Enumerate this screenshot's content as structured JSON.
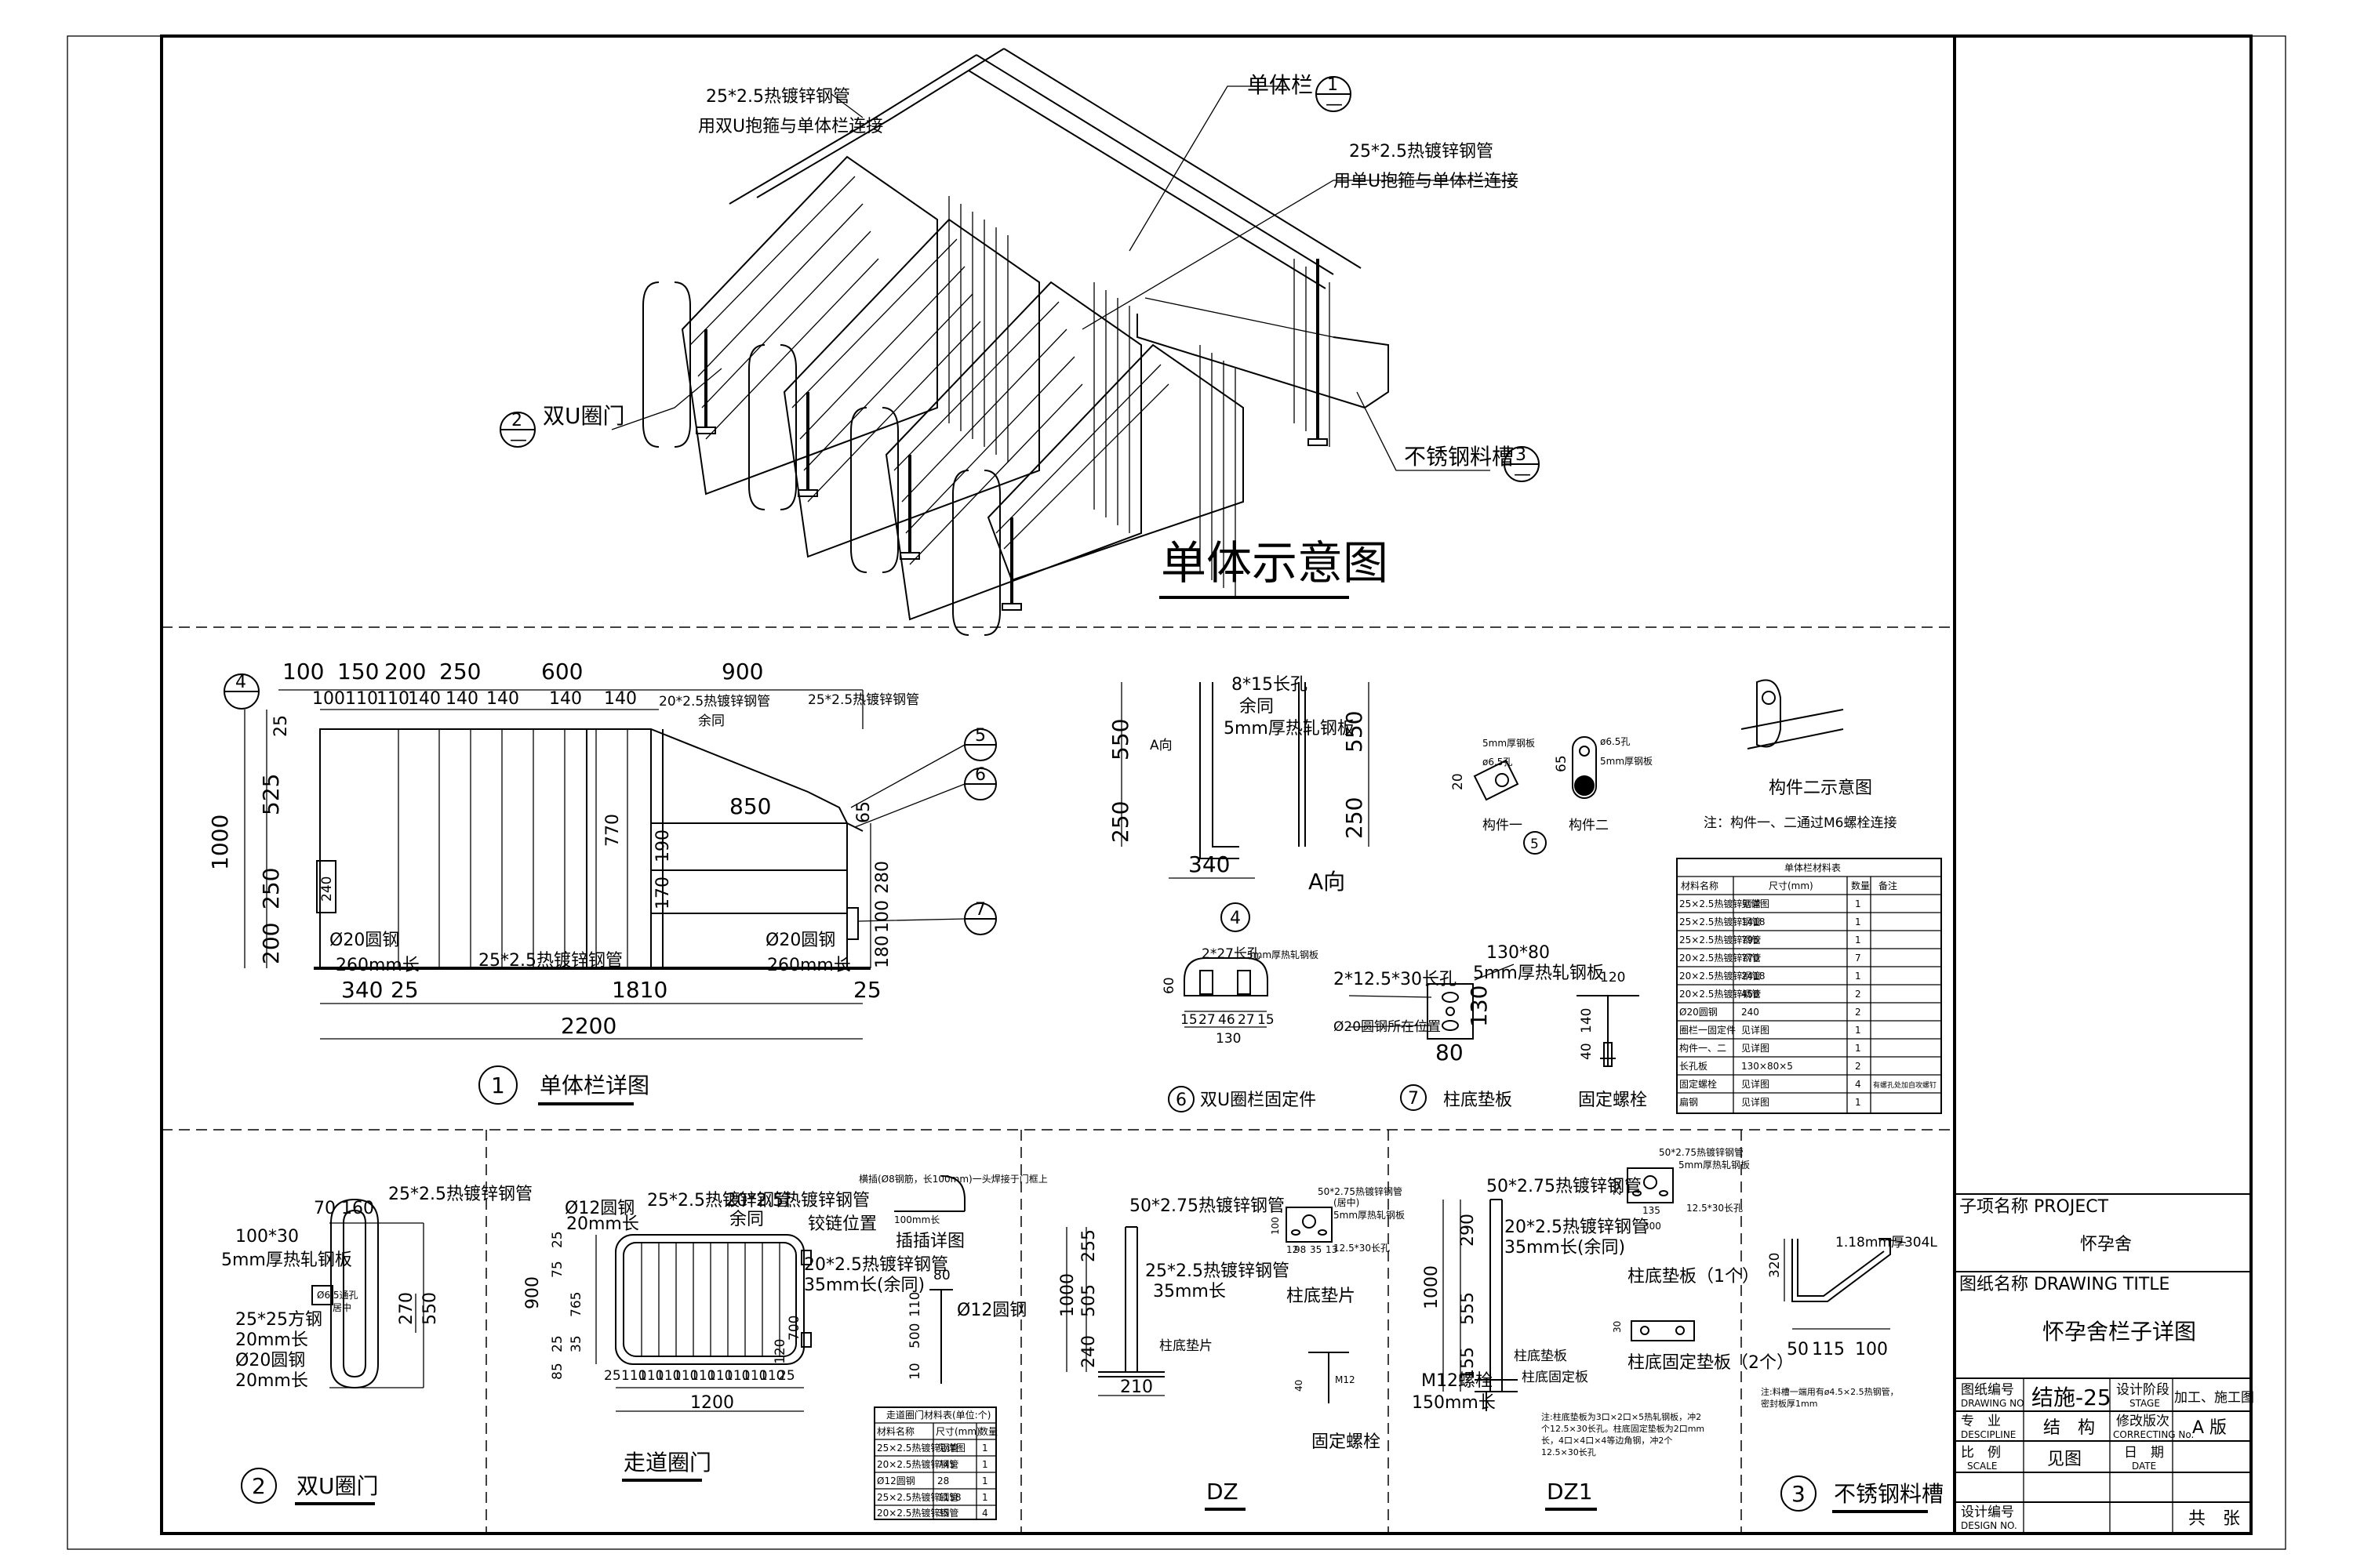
{
  "sheet": {
    "main_title": "单体示意图",
    "iso_labels": {
      "pipe_top_left": "25*2.5热镀锌钢管",
      "note_top_left": "用双U抱箍与单体栏连接",
      "single_pen": "单体栏",
      "pipe_top_right": "25*2.5热镀锌钢管",
      "note_top_right": "用单U抱箍与单体栏连接",
      "double_u_gate": "双U圈门",
      "trough": "不锈钢料槽",
      "callout1": "1",
      "callout2": "2",
      "callout3": "3",
      "dash": "—"
    },
    "detail1": {
      "title": "单体栏详图",
      "num": "1",
      "callout4": "4",
      "callout5": "5",
      "callout6": "6",
      "callout7": "7",
      "top_dims": [
        "100",
        "150",
        "200",
        "250",
        "600",
        "900"
      ],
      "second_dims": [
        "100",
        "110",
        "110",
        "140",
        "140",
        "140",
        "140",
        "140"
      ],
      "pipe_a": "20*2.5热镀锌钢管",
      "pipe_a_sub": "余同",
      "pipe_b": "25*2.5热镀锌钢管",
      "pipe_c": "25*2.5热镀锌钢管",
      "rod_left": "Ø20圆钢",
      "rod_left_len": "260mm长",
      "rod_right": "Ø20圆钢",
      "rod_right_len": "260mm长",
      "dim_1000": "1000",
      "dim_525": "525",
      "dim_250": "250",
      "dim_200": "200",
      "dim_25": "25",
      "dim_240": "240",
      "dim_770": "770",
      "dim_850": "850",
      "dim_190": "190",
      "dim_170": "170",
      "dim_65": "65",
      "dim_280": "280",
      "dim_100": "100",
      "dim_180": "180",
      "bottom_340": "340",
      "bottom_25a": "25",
      "bottom_1810": "1810",
      "bottom_25b": "25",
      "bottom_2200": "2200"
    },
    "detail4": {
      "num": "4",
      "slot": "8*15长孔",
      "slot_sub": "余同",
      "plate": "5mm厚热轧钢板",
      "a_dir": "A向",
      "a_view": "A向",
      "dim_550": "550",
      "dim_250": "250",
      "dim_340": "340",
      "r_550": "550",
      "r_250": "250"
    },
    "detail5": {
      "num": "5",
      "plate": "5mm厚钢板",
      "hole": "ø6.5孔",
      "part1": "构件一",
      "part2": "构件二",
      "illus_title": "构件二示意图",
      "note": "注：构件一、二通过M6螺栓连接",
      "dim_20": "20",
      "dim_65": "65",
      "table_title": "单体栏材料表",
      "table_headers": [
        "材料名称",
        "尺寸(mm)",
        "数量",
        "备注"
      ],
      "table_rows": [
        [
          "25×2.5热镀锌钢管",
          "见详图",
          "1",
          ""
        ],
        [
          "25×2.5热镀锌钢管",
          "1418",
          "1",
          ""
        ],
        [
          "25×2.5热镀锌钢管",
          "795",
          "1",
          ""
        ],
        [
          "20×2.5热镀锌钢管",
          "770",
          "7",
          ""
        ],
        [
          "20×2.5热镀锌钢管",
          "2418",
          "1",
          ""
        ],
        [
          "20×2.5热镀锌钢管",
          "458",
          "2",
          ""
        ],
        [
          "Ø20圆钢",
          "240",
          "2",
          ""
        ],
        [
          "圈栏一固定件",
          "见详图",
          "1",
          ""
        ],
        [
          "构件一、二",
          "见详图",
          "1",
          ""
        ],
        [
          "长孔板",
          "130×80×5",
          "2",
          ""
        ],
        [
          "固定螺栓",
          "见详图",
          "4",
          "有螺孔处加自攻螺钉"
        ],
        [
          "扁钢",
          "见详图",
          "1",
          ""
        ]
      ]
    },
    "detail6": {
      "num": "6",
      "title": "双U圈栏固定件",
      "slot": "2*27长孔",
      "plate": "5mm厚热轧钢板",
      "dims": [
        "15",
        "27",
        "46",
        "27",
        "15"
      ],
      "dim_130": "130",
      "dim_60": "60"
    },
    "detail7": {
      "num": "7",
      "title": "柱底垫板",
      "slot": "2*12.5*30长孔",
      "rod": "Ø20圆钢所在位置",
      "size": "130*80",
      "plate": "5mm厚热轧钢板",
      "dim_130": "130",
      "dim_80": "80",
      "bolt_title": "固定螺栓",
      "bolt_120": "120",
      "bolt_140": "140",
      "bolt_40": "40"
    },
    "detail2": {
      "num": "2",
      "title": "双U圈门",
      "dims_top": [
        "70",
        "160"
      ],
      "pipe": "25*2.5热镀锌钢管",
      "plate_size": "100*30",
      "plate": "5mm厚热轧钢板",
      "hole": "Ø6.5通孔",
      "hole_sub": "居中",
      "square": "25*25方钢",
      "square_len": "20mm长",
      "rod": "Ø20圆钢",
      "rod_len": "20mm长",
      "dim_270": "270",
      "dim_550": "550"
    },
    "walkway": {
      "title": "走道圈门",
      "rod12": "Ø12圆钢",
      "rod12_len": "20mm长",
      "pipe_a": "25*2.5热镀锌钢管",
      "pipe_b": "20*2.5热镀锌钢管",
      "same": "余同",
      "hinge": "铰链位置",
      "pipe_c": "20*2.5热镀锌钢管",
      "pipe_c_len": "35mm长(余同)",
      "dims_left": [
        "25",
        "75",
        "765",
        "900",
        "35",
        "25",
        "85"
      ],
      "dims_bottom": [
        "25",
        "110",
        "110",
        "110",
        "110",
        "110",
        "110",
        "110",
        "110",
        "110",
        "25"
      ],
      "dim_1200": "1200",
      "dims_right": [
        "700",
        "120"
      ],
      "latch_title": "插插详图",
      "latch_note": "横插(Ø8钢筋，长100mm)一头焊接于门框上",
      "latch_len": "100mm长",
      "rod12b": "Ø12圆钢",
      "d80": "80",
      "d110": "110",
      "d500": "500",
      "d10": "10",
      "table_title": "走道圈门材料表(单位:个)",
      "table_headers": [
        "材料名称",
        "尺寸(mm)",
        "数量"
      ],
      "table_rows": [
        [
          "25×2.5热镀锌钢管",
          "见详图",
          "1"
        ],
        [
          "20×2.5热镀锌钢管",
          "745",
          "1"
        ],
        [
          "Ø12圆钢",
          "28",
          "1"
        ],
        [
          "25×2.5热镀锌钢管",
          "1158",
          "1"
        ],
        [
          "20×2.5热镀锌钢管",
          "35",
          "4"
        ]
      ]
    },
    "dz": {
      "title": "DZ",
      "pipe": "50*2.75热镀锌钢管",
      "pipe2": "25*2.5热镀锌钢管",
      "pipe2_len": "35mm长",
      "base": "柱底垫片",
      "dims": [
        "255",
        "505",
        "1000",
        "240"
      ],
      "dim_210": "210",
      "plate_pipe": "50*2.75热镀锌钢管",
      "plate_sub": "(居中)",
      "plate_desc": "5mm厚热轧钢板",
      "slot": "12.5*30长孔",
      "base_title": "柱底垫片",
      "bolt_title": "固定螺栓",
      "plate_dims": [
        "100",
        "98",
        "12",
        "13",
        "35"
      ],
      "bolt_40": "40",
      "bolt_m": "M12"
    },
    "dz1": {
      "title": "DZ1",
      "pipe": "50*2.75热镀锌钢管",
      "pipe2": "20*2.5热镀锌钢管",
      "pipe2_len": "35mm长(余同)",
      "base": "柱底垫板",
      "bolt": "M12螺栓",
      "bolt_len": "150mm长",
      "base_plate": "柱底固定板",
      "dims": [
        "290",
        "555",
        "1000",
        "155"
      ],
      "top_pipe": "50*2.75热镀锌钢管",
      "plate_desc": "5mm厚热轧钢板",
      "slot": "12.5*30长孔",
      "plate_title": "柱底垫板（1个）",
      "fix_title": "柱底固定垫板（2个）",
      "d200": "200",
      "d300": "300",
      "d135": "135",
      "d30": "30",
      "note": "注:柱底垫板为3口×2口×5热轧钢板，冲2个12.5×30长孔。柱底固定垫板为2口mm长，4口×4口×4等边角钢，冲2个12.5×30长孔"
    },
    "detail3": {
      "num": "3",
      "title": "不锈钢料槽",
      "material": "1.18mm厚304L",
      "dims_bottom": [
        "50",
        "115",
        "100"
      ],
      "dim_320": "320",
      "note": "注:料槽一端用有ø4.5×2.5热钢管，密封板厚1mm"
    },
    "title_block": {
      "project_label": "子项名称 PROJECT",
      "project_value": "怀孕舍",
      "drawing_label": "图纸名称 DRAWING TITLE",
      "drawing_value": "怀孕舍栏子详图",
      "dwg_no_cn": "图纸编号",
      "dwg_no_en": "DRAWING NO",
      "dwg_no_value": "结施-25",
      "stage_cn": "设计阶段",
      "stage_en": "STAGE",
      "stage_value": "加工、施工图",
      "discipline_cn": "专　业",
      "discipline_en": "DESCIPLINE",
      "discipline_value": "结　构",
      "correct_cn": "修改版次",
      "correct_en": "CORRECTING No.",
      "correct_value": "A 版",
      "scale_cn": "比　例",
      "scale_en": "SCALE",
      "scale_value": "见图",
      "date_cn": "日　期",
      "date_en": "DATE",
      "date_value": "",
      "design_cn": "设计编号",
      "design_en": "DESIGN NO.",
      "total": "共　张"
    }
  }
}
